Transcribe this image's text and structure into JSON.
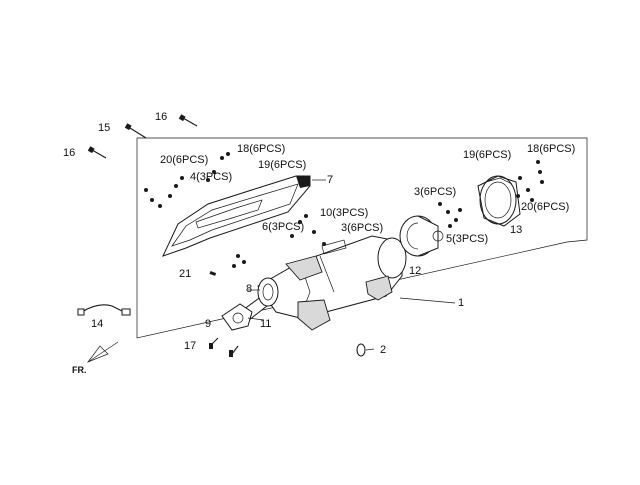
{
  "callouts": {
    "c1": "1",
    "c2": "2",
    "c3a": "3(6PCS)",
    "c3b": "3(6PCS)",
    "c4": "4(3PCS)",
    "c5": "5(3PCS)",
    "c6": "6(3PCS)",
    "c7": "7",
    "c8": "8",
    "c9": "9",
    "c10": "10(3PCS)",
    "c11": "11",
    "c12": "12",
    "c13": "13",
    "c14": "14",
    "c15": "15",
    "c16a": "16",
    "c16b": "16",
    "c17": "17",
    "c18a": "18(6PCS)",
    "c18b": "18(6PCS)",
    "c19a": "19(6PCS)",
    "c19b": "19(6PCS)",
    "c20a": "20(6PCS)",
    "c20b": "20(6PCS)",
    "c21": "21"
  },
  "direction_label": "FR."
}
